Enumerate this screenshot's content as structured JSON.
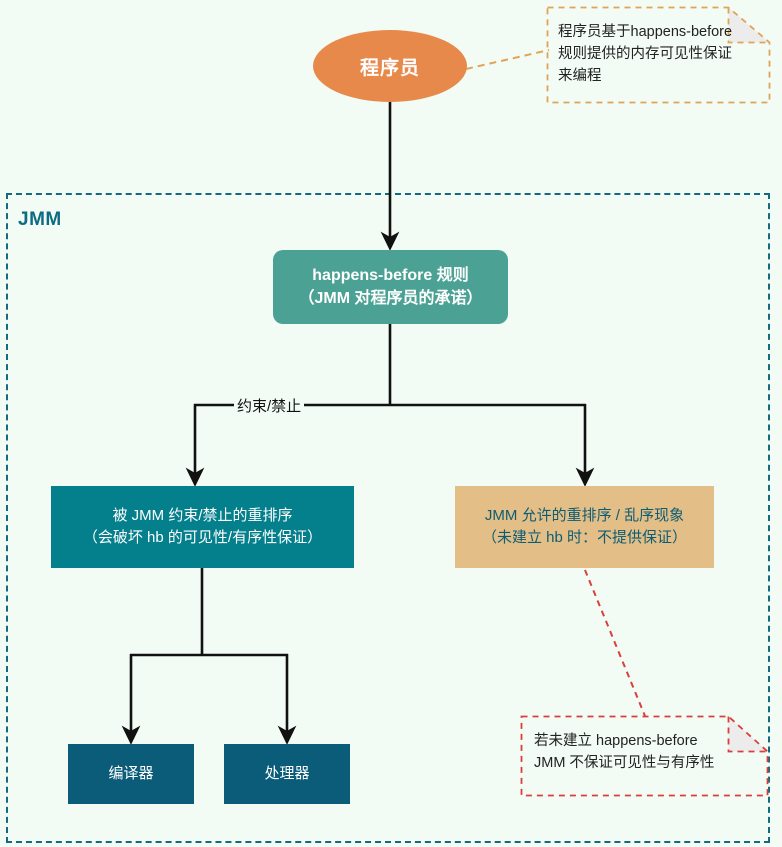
{
  "diagram": {
    "title": "JMM happens-before 规则与重排序关系图",
    "background_color": "#f2fbf4"
  },
  "container": {
    "label": "JMM",
    "border_color": "#136a81",
    "label_color": "#0d6b84"
  },
  "nodes": {
    "programmer": {
      "label": "程序员",
      "shape": "ellipse",
      "fill": "#e8894c",
      "text_color": "#ffffff"
    },
    "happens_before": {
      "line1": "happens-before 规则",
      "line2": "（JMM 对程序员的承诺）",
      "shape": "rounded-rect",
      "fill": "#4ba294",
      "text_color": "#ffffff"
    },
    "restricted": {
      "line1": "被 JMM 约束/禁止的重排序",
      "line2": "（会破坏 hb 的可见性/有序性保证）",
      "shape": "rect",
      "fill": "#047f8c",
      "text_color": "#ffffff"
    },
    "allowed": {
      "line1": "JMM 允许的重排序 / 乱序现象",
      "line2": "（未建立 hb 时：不提供保证）",
      "shape": "rect",
      "fill": "#e3be87",
      "text_color": "#0d5c73"
    },
    "compiler": {
      "label": "编译器",
      "shape": "rect",
      "fill": "#0a5c78",
      "text_color": "#ffffff"
    },
    "processor": {
      "label": "处理器",
      "shape": "rect",
      "fill": "#0a5c78",
      "text_color": "#ffffff"
    }
  },
  "edges": {
    "split_label": "约束/禁止",
    "arrow_color": "#111111"
  },
  "callouts": {
    "note": {
      "line1": "程序员基于happens-before",
      "line2": "规则提供的内存可见性保证",
      "line3": "来编程",
      "border_color": "#e0a458",
      "fold_fill": "#ececec"
    },
    "warning": {
      "line1": "若未建立 happens-before",
      "line2": "JMM 不保证可见性与有序性",
      "border_color": "#d9403c",
      "fold_fill": "#ececec"
    }
  }
}
